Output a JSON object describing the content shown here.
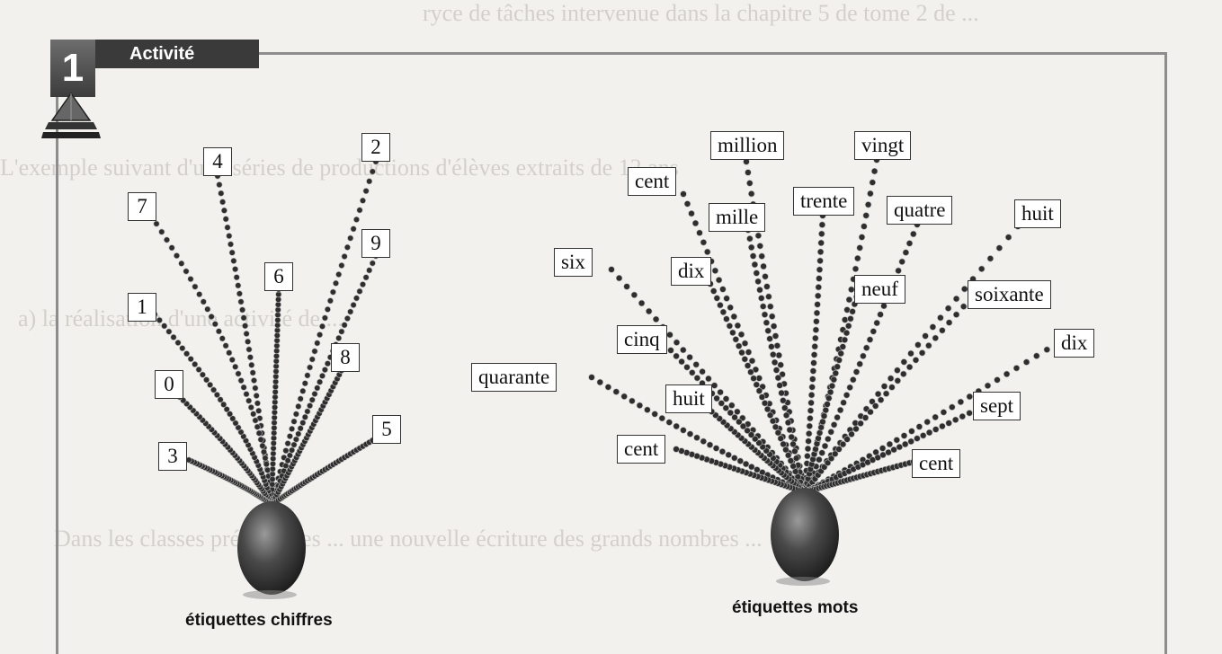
{
  "activity": {
    "number": "1",
    "title": "Activité"
  },
  "left_bouquet": {
    "caption": "étiquettes chiffres",
    "labels": [
      "2",
      "4",
      "7",
      "9",
      "6",
      "1",
      "8",
      "0",
      "5",
      "3"
    ]
  },
  "right_bouquet": {
    "caption": "étiquettes mots",
    "labels": [
      "million",
      "vingt",
      "cent",
      "trente",
      "quatre",
      "huit",
      "mille",
      "six",
      "dix",
      "neuf",
      "soixante",
      "cinq",
      "dix",
      "quarante",
      "huit",
      "sept",
      "cent",
      "cent"
    ]
  },
  "colors": {
    "tab": "#3a3a3a",
    "frame": "#8d8d8d",
    "pot": "#3d3d3d"
  }
}
